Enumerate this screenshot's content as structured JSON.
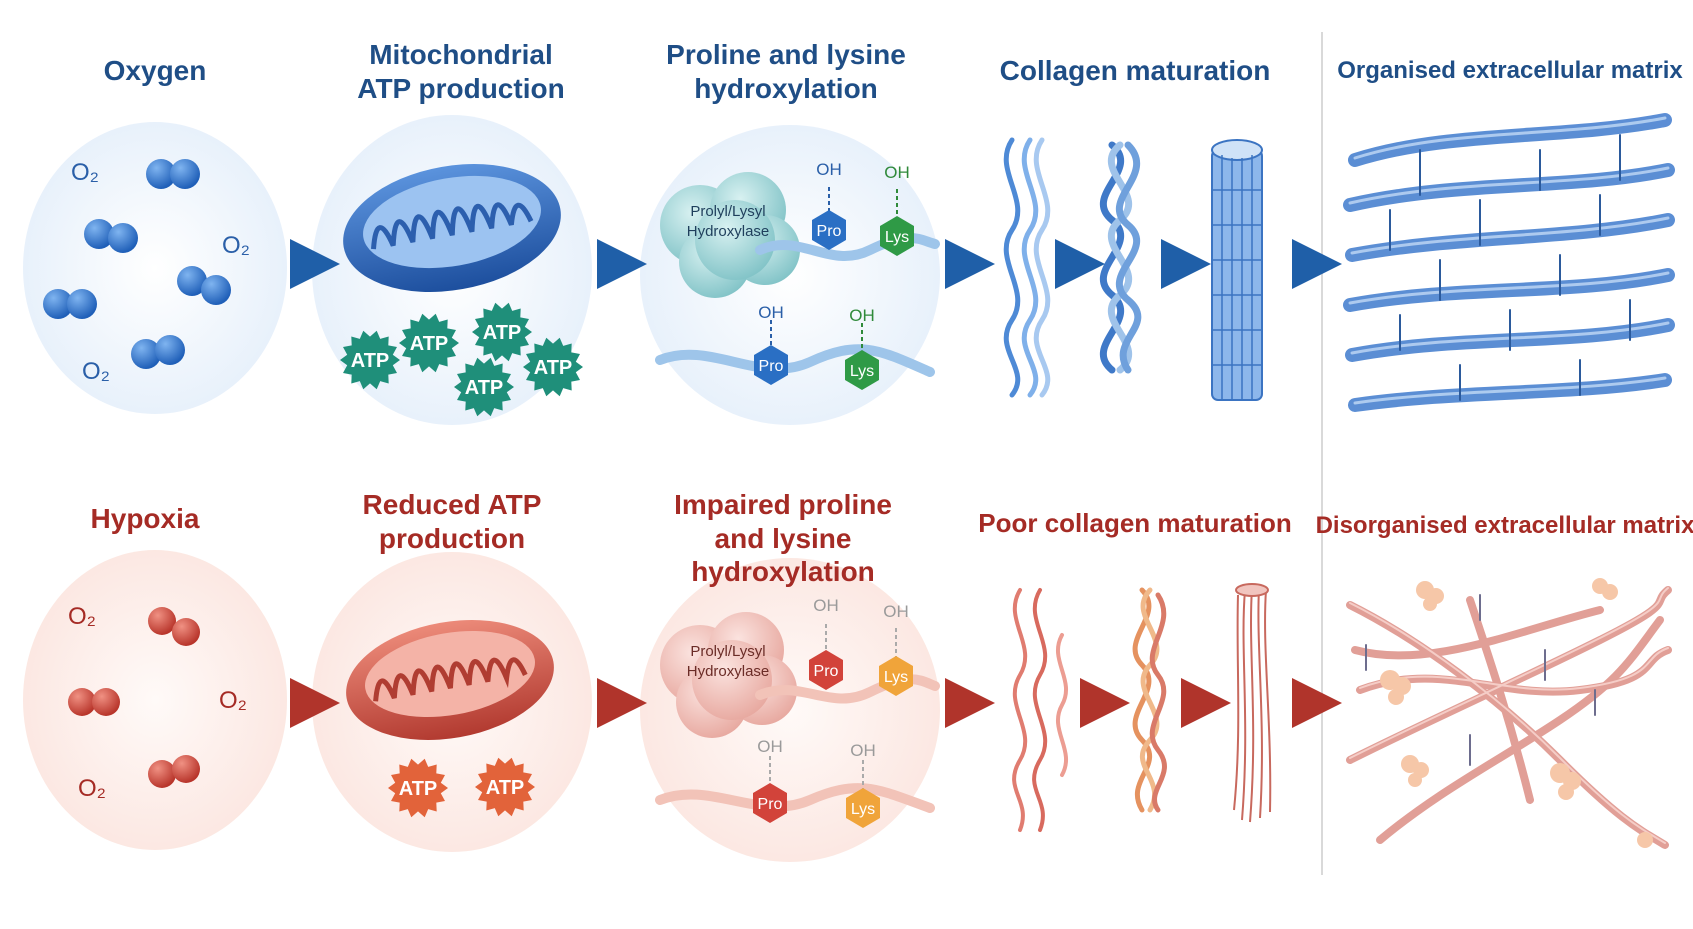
{
  "colors": {
    "normal_accent": "#1f4e86",
    "hypoxia_accent": "#a52b25",
    "normal_molecule": "#2e72c9",
    "hypoxia_molecule": "#d34a3e",
    "atp_green": "#1f8f7a",
    "atp_orange": "#e2633a"
  },
  "normal": {
    "oxygen_title": "Oxygen",
    "atp_title": "Mitochondrial ATP production",
    "hydrox_title": "Proline and lysine hydroxylation",
    "maturation_title": "Collagen maturation",
    "matrix_title": "Organised extracellular matrix",
    "o2": "O₂",
    "atp": "ATP",
    "enzyme": "Prolyl/Lysyl Hydroxylase",
    "oh": "OH",
    "pro": "Pro",
    "lys": "Lys"
  },
  "hypoxia": {
    "oxygen_title": "Hypoxia",
    "atp_title": "Reduced ATP production",
    "hydrox_title": "Impaired proline and lysine hydroxylation",
    "maturation_title": "Poor collagen maturation",
    "matrix_title": "Disorganised extracellular matrix",
    "o2": "O₂",
    "atp": "ATP",
    "enzyme": "Prolyl/Lysyl Hydroxylase",
    "oh": "OH",
    "pro": "Pro",
    "lys": "Lys"
  }
}
